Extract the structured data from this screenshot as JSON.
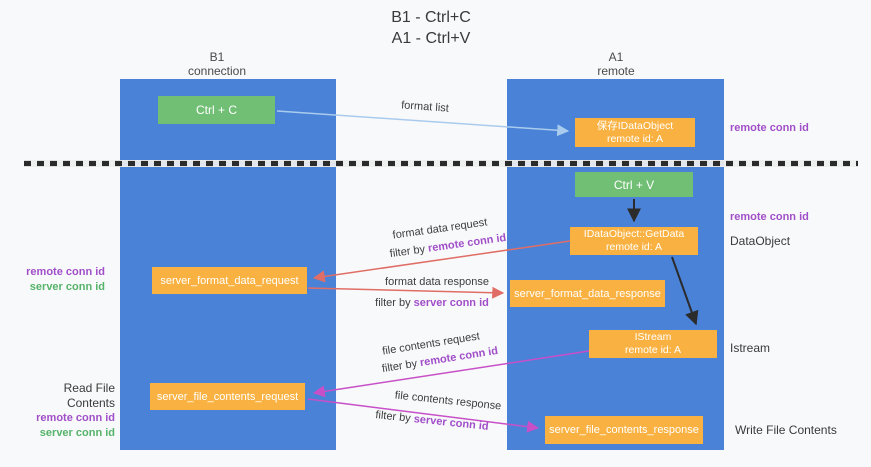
{
  "title": {
    "line1": "B1 - Ctrl+C",
    "line2": "A1 - Ctrl+V"
  },
  "columns": {
    "left": {
      "name": "B1",
      "subtitle": "connection"
    },
    "right": {
      "name": "A1",
      "subtitle": "remote"
    }
  },
  "boxes": {
    "ctrl_c": {
      "label": "Ctrl + C"
    },
    "ctrl_v": {
      "label": "Ctrl + V"
    },
    "save_idataobject": {
      "line1": "保存IDataObject",
      "line2": "remote id: A"
    },
    "idataobject_getdata": {
      "line1": "IDataObject::GetData",
      "line2": "remote id: A"
    },
    "istream": {
      "line1": "IStream",
      "line2": "remote id: A"
    },
    "server_format_data_request": {
      "label": "server_format_data_request"
    },
    "server_format_data_response": {
      "label": "server_format_data_response"
    },
    "server_file_contents_request": {
      "label": "server_file_contents_request"
    },
    "server_file_contents_response": {
      "label": "server_file_contents_response"
    }
  },
  "edge_labels": {
    "format_list": "format list",
    "filter_prefix": "filter by ",
    "format_data_request": "format data request",
    "format_data_response": "format data response",
    "file_contents_request": "file contents request",
    "file_contents_response": "file contents response",
    "remote_conn_id": "remote conn id",
    "server_conn_id": "server conn id"
  },
  "annotations": {
    "remote_conn_id": "remote conn id",
    "server_conn_id": "server conn id",
    "dataobject": "DataObject",
    "istream": "Istream",
    "read_file_contents": "Read File Contents",
    "write_file_contents": "Write File Contents"
  },
  "colors": {
    "lifeline_blue": "#4a82d7",
    "box_green": "#71bf75",
    "box_orange": "#f9b242",
    "arrow_light_blue": "#a9cbed",
    "arrow_red": "#e06e66",
    "arrow_magenta": "#c750c8",
    "arrow_black": "#2b2b2b",
    "text_purple": "#a14fc9",
    "text_green": "#56b36a"
  }
}
